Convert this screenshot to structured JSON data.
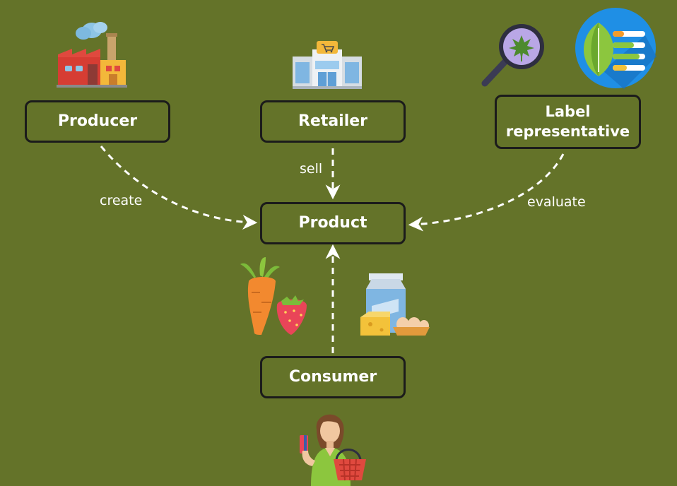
{
  "nodes": {
    "producer": "Producer",
    "retailer": "Retailer",
    "label_rep": "Label representative",
    "product": "Product",
    "consumer": "Consumer"
  },
  "edges": {
    "create": "create",
    "sell": "sell",
    "evaluate": "evaluate"
  },
  "icons": {
    "producer": "factory-icon",
    "retailer": "store-icon",
    "label_magnifier": "magnifier-leaf-icon",
    "label_badge": "eco-label-icon",
    "product_produce": "carrot-strawberry-icon",
    "product_dairy": "milk-cheese-eggs-icon",
    "consumer": "shopper-icon"
  },
  "colors": {
    "background": "#647329",
    "node_border": "#1b1b1b",
    "text": "#ffffff"
  }
}
